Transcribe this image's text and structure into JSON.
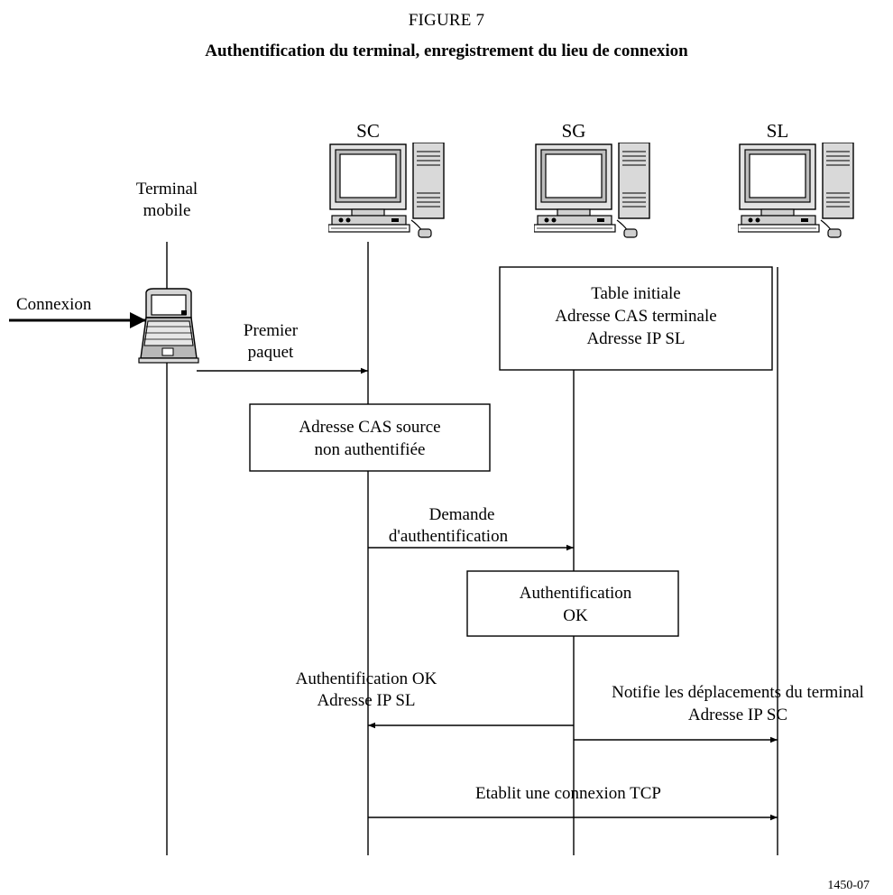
{
  "figure": {
    "number": "FIGURE 7",
    "title": "Authentification du terminal, enregistrement du lieu de connexion",
    "code": "1450-07"
  },
  "lifelines": {
    "terminal": [
      "Terminal",
      "mobile"
    ],
    "sc": "SC",
    "sg": "SG",
    "sl": "SL"
  },
  "icons": {
    "server": "desktop-computer-icon",
    "terminal": "laptop-terminal-icon"
  },
  "connexion_label": "Connexion",
  "boxes": {
    "table_initiale": [
      "Table initiale",
      "Adresse CAS terminale",
      "Adresse IP SL"
    ],
    "adresse_cas_source": [
      "Adresse CAS source",
      "non authentifiée"
    ],
    "authentification_ok": [
      "Authentification",
      "OK"
    ]
  },
  "messages": {
    "premier_paquet": [
      "Premier",
      "paquet"
    ],
    "demande_auth": [
      "Demande",
      "d'authentification"
    ],
    "auth_ok_reply": [
      "Authentification OK",
      "Adresse IP SL"
    ],
    "notifie": [
      "Notifie les déplacements du terminal",
      "Adresse IP SC"
    ],
    "tcp": "Etablit une connexion TCP"
  }
}
